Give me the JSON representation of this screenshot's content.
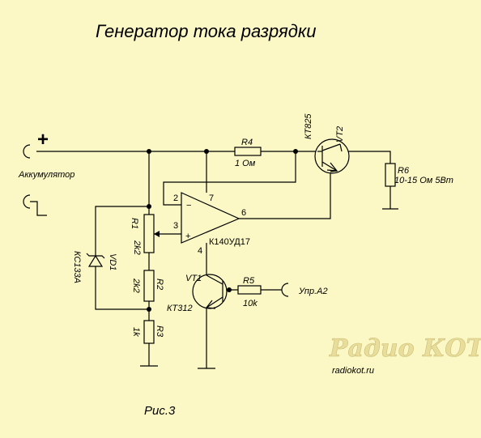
{
  "title": "Генератор тока разрядки",
  "figure_caption": "Рис.3",
  "battery": {
    "plus_sign": "+",
    "label": "Аккумулятор"
  },
  "opamp": {
    "name": "К140УД17",
    "pin_2": "2",
    "pin_3": "3",
    "pin_4": "4",
    "pin_6": "6",
    "pin_7": "7",
    "minus": "−",
    "plus": "+"
  },
  "r1": {
    "ref": "R1",
    "value": "2k2"
  },
  "r2": {
    "ref": "R2",
    "value": "2k2"
  },
  "r3": {
    "ref": "R3",
    "value": "1k"
  },
  "r4": {
    "ref": "R4",
    "value": "1 Ом"
  },
  "r5": {
    "ref": "R5",
    "value": "10k"
  },
  "r6": {
    "ref": "R6",
    "value": "10-15 Ом 5Вт"
  },
  "vd1": {
    "ref": "VD1",
    "value": "КС133А"
  },
  "vt1": {
    "ref": "VT1",
    "value": "КТ312"
  },
  "vt2": {
    "ref": "VT2",
    "value": "КТ825"
  },
  "control": {
    "label": "Упр.А2"
  },
  "watermark": {
    "logo": "Радио КОТ",
    "url": "radiokot.ru"
  }
}
